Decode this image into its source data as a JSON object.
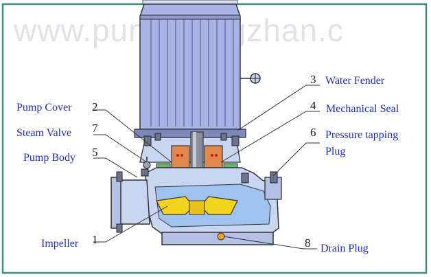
{
  "watermark": "www.pumphongzhan.c",
  "parts": [
    {
      "number": "1",
      "name": "Impeller"
    },
    {
      "number": "2",
      "name": "Pump Cover"
    },
    {
      "number": "3",
      "name": "Water Fender"
    },
    {
      "number": "4",
      "name": "Mechanical Seal"
    },
    {
      "number": "5",
      "name": "Pump Body"
    },
    {
      "number": "6",
      "name": "Pressure tapping",
      "name_line2": "Plug"
    },
    {
      "number": "7",
      "name": "Steam Valve"
    },
    {
      "number": "8",
      "name": "Drain Plug"
    }
  ],
  "colors": {
    "border": "#3f8f7f",
    "label": "#1f2fb8",
    "motor": "#a9b4e6",
    "motor_dark": "#5a6394",
    "casing": "#c9d6f2",
    "seal": "#e0894a",
    "impeller": "#f2d31e",
    "green": "#5fb86b"
  }
}
